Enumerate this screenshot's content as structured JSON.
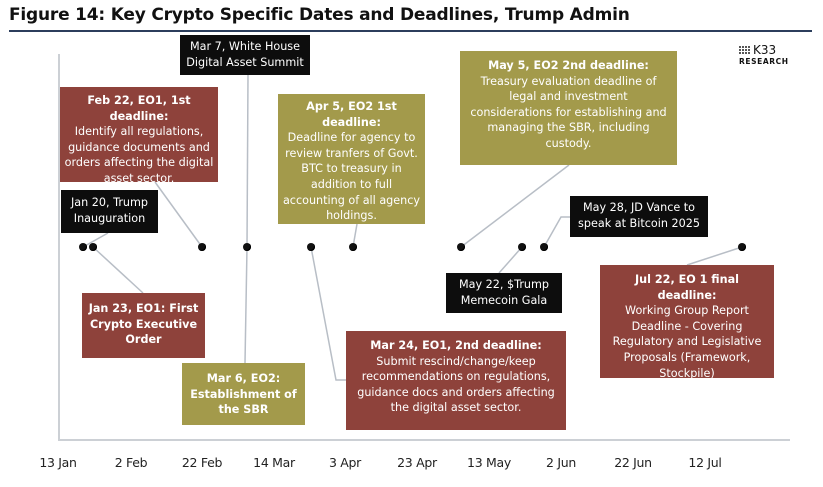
{
  "title": "Figure 14: Key Crypto Specific Dates and Deadlines, Trump Admin",
  "logo": {
    "name": "K33",
    "subtitle": "RESEARCH",
    "icon": "k33-dot-grid-icon"
  },
  "colors": {
    "event": "#0d0d0d",
    "eo1": "#8e423b",
    "eo2": "#a39a4b",
    "axis": "#ccd0d5",
    "connector": "#b8bec6",
    "title_rule": "#2c3e5c"
  },
  "x_axis": {
    "ticks": [
      "13 Jan",
      "2 Feb",
      "22 Feb",
      "14 Mar",
      "3 Apr",
      "23 Apr",
      "13 May",
      "2 Jun",
      "22 Jun",
      "12 Jul"
    ]
  },
  "events": [
    {
      "id": "jan20",
      "date": "Jan 20",
      "type": "event",
      "head": "",
      "body": "Jan 20, Trump Inauguration"
    },
    {
      "id": "jan23",
      "date": "Jan 23",
      "type": "eo1",
      "head": "Jan 23, EO1: First Crypto Executive Order",
      "body": ""
    },
    {
      "id": "feb22",
      "date": "Feb 22",
      "type": "eo1",
      "head": "Feb 22, EO1, 1st deadline:",
      "body": "Identify all regulations, guidance documents and orders affecting the digital asset sector."
    },
    {
      "id": "mar6",
      "date": "Mar 6",
      "type": "eo2",
      "head": "Mar 6, EO2: Establishment of the SBR",
      "body": ""
    },
    {
      "id": "mar7",
      "date": "Mar 7",
      "type": "event",
      "head": "",
      "body": "Mar 7, White House Digital Asset Summit"
    },
    {
      "id": "mar24",
      "date": "Mar 24",
      "type": "eo1",
      "head": "Mar 24, EO1, 2nd deadline:",
      "body": "Submit rescind/change/keep recommendations on regulations, guidance docs and orders affecting the digital asset sector."
    },
    {
      "id": "apr5",
      "date": "Apr 5",
      "type": "eo2",
      "head": "Apr 5, EO2 1st deadline:",
      "body": "Deadline for agency to review tranfers of Govt. BTC to treasury in addition to full accounting of all agency holdings."
    },
    {
      "id": "may5",
      "date": "May 5",
      "type": "eo2",
      "head": "May 5, EO2 2nd deadline:",
      "body": "Treasury evaluation deadline of legal and investment considerations for establishing and managing the SBR, including custody."
    },
    {
      "id": "may22",
      "date": "May 22",
      "type": "event",
      "head": "",
      "body": "May 22, $Trump Memecoin Gala"
    },
    {
      "id": "may28",
      "date": "May 28",
      "type": "event",
      "head": "",
      "body": "May 28, JD Vance to speak at Bitcoin 2025"
    },
    {
      "id": "jul22",
      "date": "Jul 22",
      "type": "eo1",
      "head": "Jul 22, EO 1 final deadline:",
      "body": "Working Group Report Deadline - Covering Regulatory and Legislative Proposals (Framework, Stockpile)"
    }
  ]
}
